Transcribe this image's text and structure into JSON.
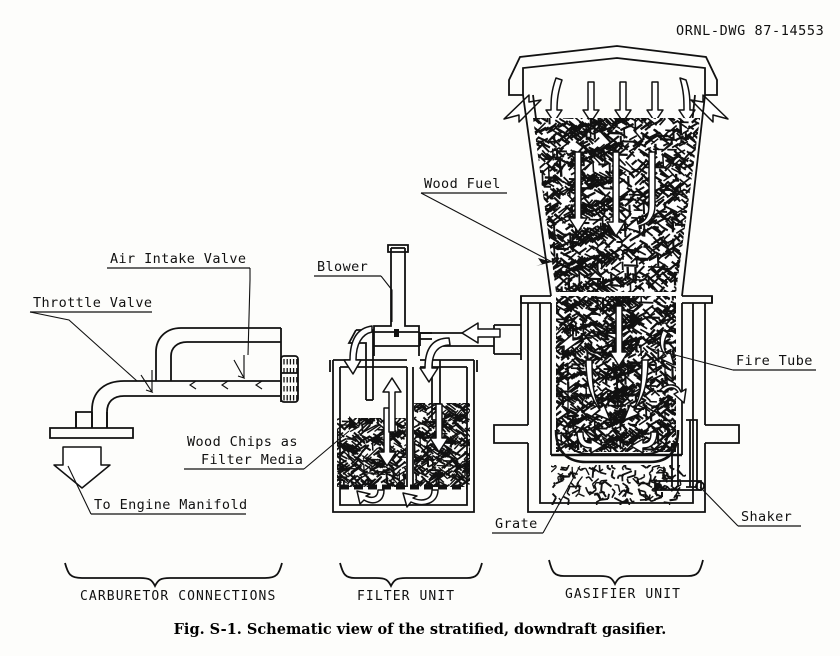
{
  "drawing_number": "ORNL-DWG 87-14553",
  "caption": "Fig. S-1. Schematic view of the stratified, downdraft gasifier.",
  "labels": {
    "throttle_valve": "Throttle Valve",
    "air_intake_valve": "Air Intake Valve",
    "blower": "Blower",
    "wood_fuel": "Wood Fuel",
    "fire_tube": "Fire Tube",
    "wood_chips_line1": "Wood Chips as",
    "wood_chips_line2": "Filter Media",
    "to_engine_manifold": "To Engine Manifold",
    "grate": "Grate",
    "shaker": "Shaker"
  },
  "sections": [
    {
      "name": "carburetor",
      "label": "CARBURETOR CONNECTIONS"
    },
    {
      "name": "filter",
      "label": "FILTER UNIT"
    },
    {
      "name": "gasifier",
      "label": "GASIFIER UNIT"
    }
  ],
  "colors": {
    "ink": "#111111",
    "paper": "#fdfdfb"
  },
  "icons": {
    "air_inflow": "inward-arrow",
    "downdraft": "down-arrow",
    "gas_outflow": "left-arrow",
    "engine_outflow": "down-arrow"
  }
}
